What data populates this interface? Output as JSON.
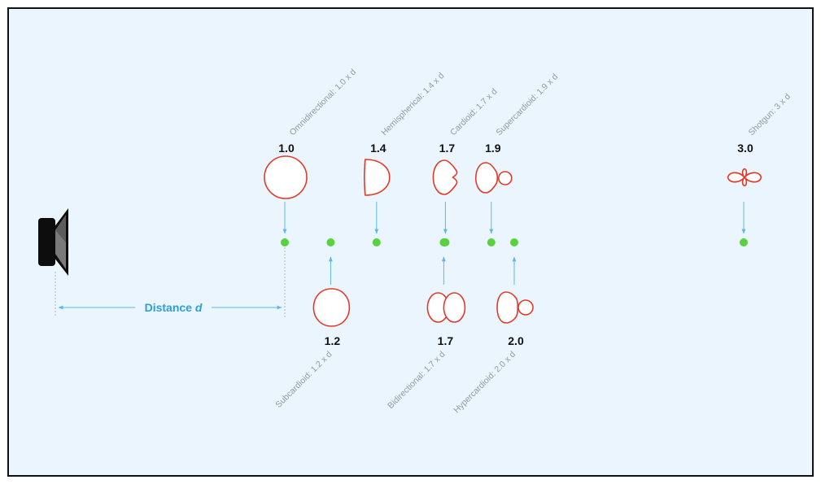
{
  "diagram": {
    "distance_label": "Distance ",
    "distance_symbol": "d",
    "colors": {
      "background": "#eaf5fd",
      "frame": "#111111",
      "axis_dark": "#4fdb3e",
      "axis_light": "#c9f1b8",
      "node": "#58d23f",
      "pattern": "#e23a2a",
      "arrow": "#5bb8e8",
      "label": "#8e9aa6",
      "distance": "#2a9fe0"
    },
    "icons": {
      "source": "speaker-icon"
    },
    "microphones": [
      {
        "id": "omni",
        "side": "top",
        "value_text": "1.0",
        "label": "Omnidirectional: 1.0 x d",
        "factor": 1.0,
        "shape": "omni"
      },
      {
        "id": "sub",
        "side": "bottom",
        "value_text": "1.2",
        "label": "Subcardioid: 1.2 x d",
        "factor": 1.2,
        "shape": "subcardioid"
      },
      {
        "id": "hemi",
        "side": "top",
        "value_text": "1.4",
        "label": "Hemispherical: 1.4 x d",
        "factor": 1.4,
        "shape": "hemispherical"
      },
      {
        "id": "card",
        "side": "top",
        "value_text": "1.7",
        "label": "Cardioid: 1.7 x d",
        "factor": 1.7,
        "shape": "cardioid"
      },
      {
        "id": "bidir",
        "side": "bottom",
        "value_text": "1.7",
        "label": "Bidirectional: 1.7 x d",
        "factor": 1.7,
        "shape": "bidirectional"
      },
      {
        "id": "super",
        "side": "top",
        "value_text": "1.9",
        "label": "Supercardioid: 1.9 x d",
        "factor": 1.9,
        "shape": "supercardioid"
      },
      {
        "id": "hyper",
        "side": "bottom",
        "value_text": "2.0",
        "label": "Hypercardioid: 2.0 x d",
        "factor": 2.0,
        "shape": "hypercardioid"
      },
      {
        "id": "shotgun",
        "side": "top",
        "value_text": "3.0",
        "label": "Shotgun: 3 x d",
        "factor": 3.0,
        "shape": "shotgun"
      }
    ]
  }
}
